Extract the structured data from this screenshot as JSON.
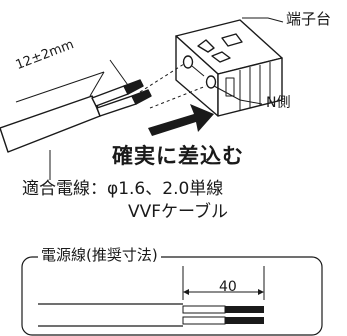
{
  "labels": {
    "terminal": "端子台",
    "strip_length": "12±2mm",
    "n_side": "N側",
    "insert_firmly": "確実に差込む",
    "wire_spec_line1": "適合電線：φ1.6、2.0単線",
    "wire_spec_line2": "VVFケーブル"
  },
  "power_cable": {
    "title": "電源線(推奨寸法)",
    "dimension": "40"
  }
}
